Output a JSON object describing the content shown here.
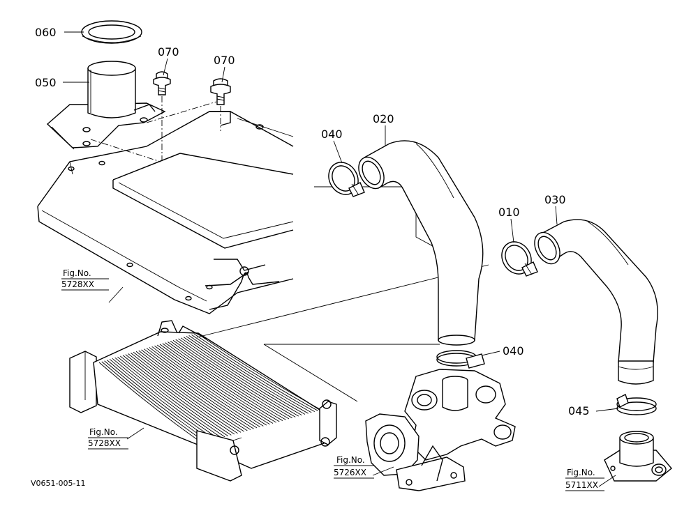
{
  "callouts": {
    "c060": "060",
    "c050": "050",
    "c070a": "070",
    "c070b": "070",
    "c040a": "040",
    "c020": "020",
    "c010": "010",
    "c030": "030",
    "c040b": "040",
    "c045": "045"
  },
  "figrefs": {
    "f1": {
      "label": "Fig.No.",
      "num": "5728XX"
    },
    "f2": {
      "label": "Fig.No.",
      "num": "5728XX"
    },
    "f3": {
      "label": "Fig.No.",
      "num": "5726XX"
    },
    "f4": {
      "label": "Fig.No.",
      "num": "5711XX"
    }
  },
  "drawing_code": "V0651-005-11"
}
